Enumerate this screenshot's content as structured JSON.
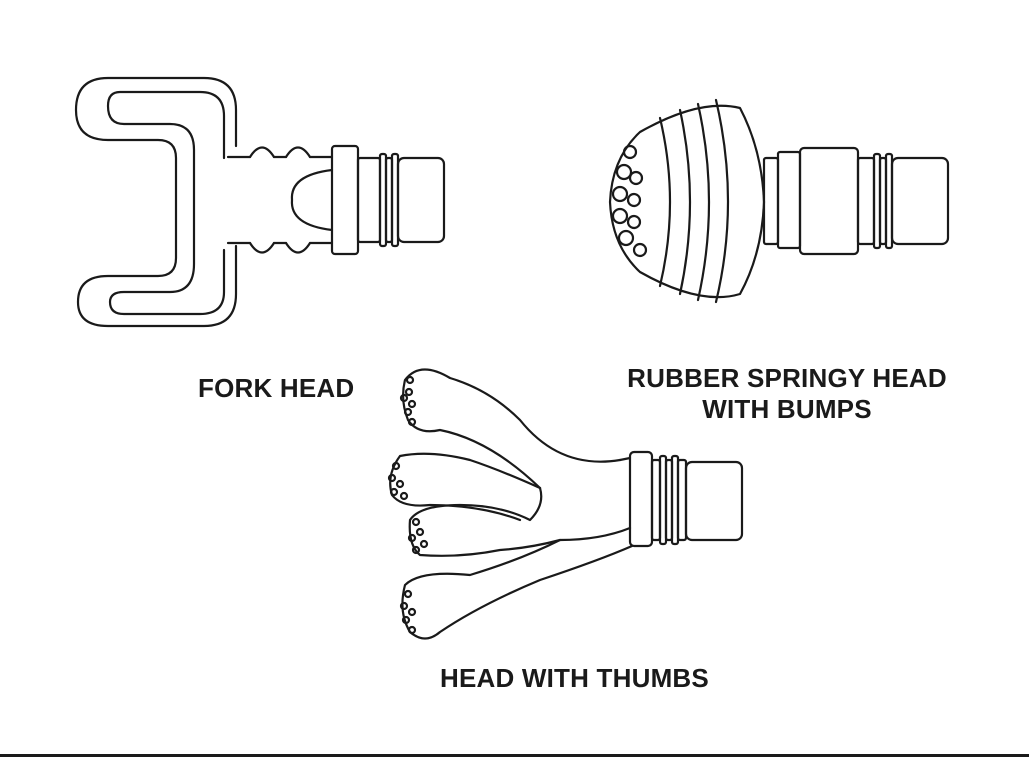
{
  "diagram": {
    "line_color": "#1a1a1a",
    "background_color": "#ffffff",
    "items": [
      {
        "id": "fork",
        "label": "FORK HEAD",
        "icon": "fork-head-attachment-icon"
      },
      {
        "id": "rubber",
        "label_line1": "RUBBER SPRINGY HEAD",
        "label_line2": "WITH BUMPS",
        "icon": "rubber-springy-head-attachment-icon"
      },
      {
        "id": "thumbs",
        "label": "HEAD WITH THUMBS",
        "icon": "thumb-head-attachment-icon"
      }
    ]
  }
}
